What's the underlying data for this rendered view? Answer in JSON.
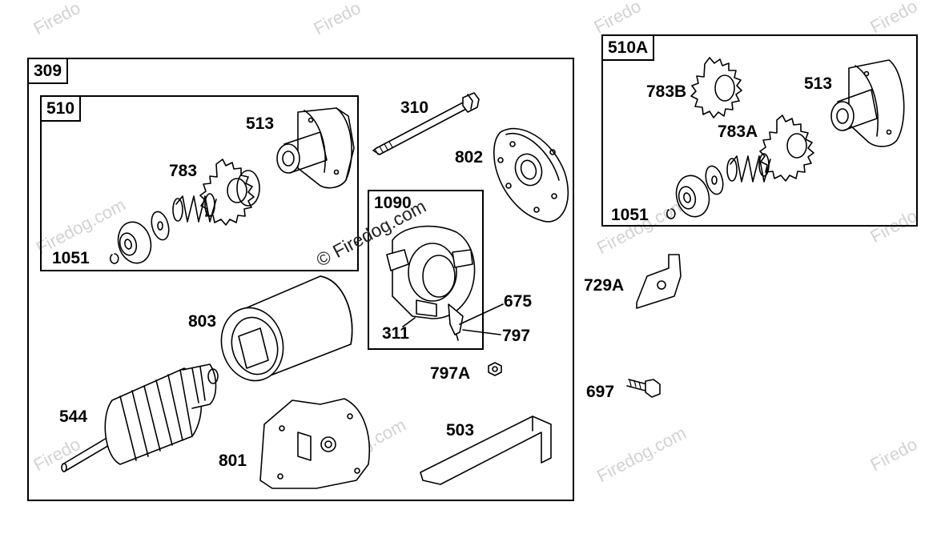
{
  "watermark": {
    "text": "Firedog.com",
    "short_text": "Firedo",
    "symbol": "©",
    "primary": "© Firedog.com"
  },
  "groups": {
    "g309": "309",
    "g510": "510",
    "g1090": "1090",
    "g510a": "510A"
  },
  "parts": {
    "p310": "310",
    "p802": "802",
    "p513": "513",
    "p783": "783",
    "p1051": "1051",
    "p675": "675",
    "p797": "797",
    "p311": "311",
    "p797a": "797A",
    "p803": "803",
    "p544": "544",
    "p801": "801",
    "p503": "503",
    "p783b": "783B",
    "p513b": "513",
    "p783a": "783A",
    "p1051b": "1051",
    "p729a": "729A",
    "p697": "697"
  },
  "colors": {
    "line": "#000000",
    "watermark": "#d2d2d2",
    "background": "#ffffff"
  }
}
